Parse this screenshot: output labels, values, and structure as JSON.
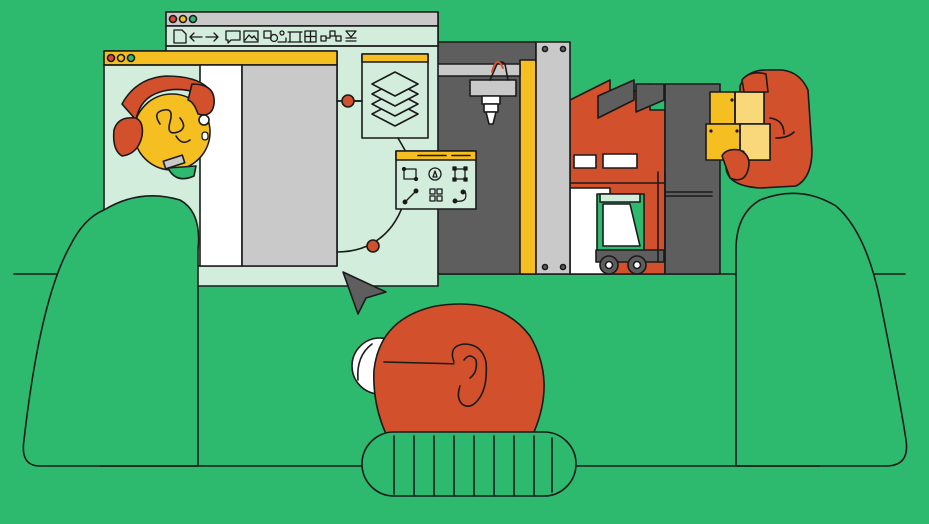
{
  "colors": {
    "background": "#2DBA6E",
    "outline": "#1A1A1A",
    "skin": "#D2502C",
    "window_panel": "#D3EDDC",
    "title_bar": "#F5BE21",
    "column_gray": "#C9C9C9",
    "column_white": "#FFFFFF",
    "machine_dark": "#5E5E5E",
    "lightbulb": "#F5BE21",
    "box_light": "#F9D879",
    "dot_red": "#E0443A",
    "dot_yellow": "#F5BE21",
    "dot_green": "#2DBA6E"
  },
  "toolbar": {
    "icons": [
      "new-document-icon",
      "back-arrow-icon",
      "forward-arrow-icon",
      "comment-icon",
      "image-icon",
      "shapes-icon",
      "crop-frame-icon",
      "grid-icon",
      "connect-nodes-icon",
      "filter-icon"
    ]
  },
  "tool_panel": {
    "icons": [
      "rectangle-select-icon",
      "pen-tool-icon",
      "bounding-box-icon",
      "line-tool-icon",
      "group-icon",
      "curve-tool-icon"
    ]
  },
  "illustration": {
    "elements": [
      "lightbulb-icon",
      "layers-icon",
      "cursor-icon",
      "3d-printer-nozzle",
      "factory",
      "forklift",
      "stacked-boxes",
      "person-back-of-head"
    ]
  }
}
